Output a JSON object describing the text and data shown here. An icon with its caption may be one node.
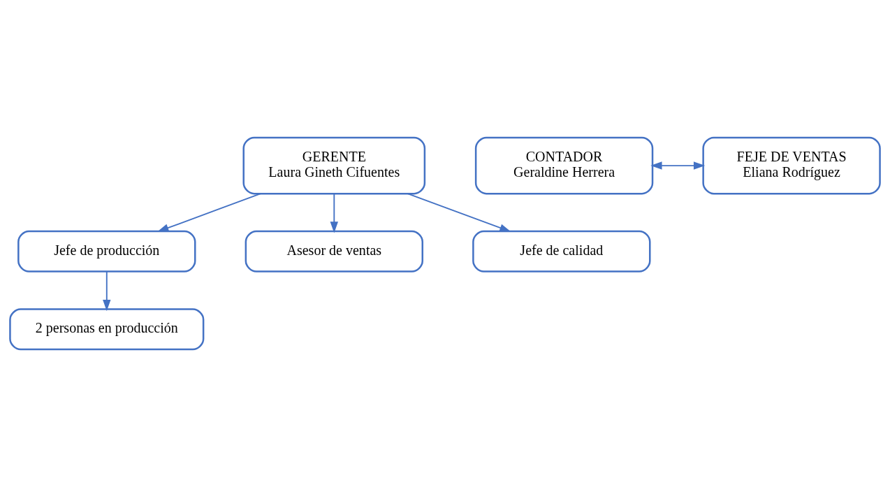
{
  "diagram": {
    "nodes": [
      {
        "text": [
          "GERENTE",
          "Laura Gineth Cifuentes"
        ]
      },
      {
        "text": [
          "CONTADOR",
          "Geraldine Herrera"
        ]
      },
      {
        "text": [
          "FEJE DE VENTAS",
          "Eliana Rodríguez"
        ]
      },
      {
        "text": [
          "Jefe de producción"
        ]
      },
      {
        "text": [
          "Asesor de ventas"
        ]
      },
      {
        "text": [
          "Jefe de calidad"
        ]
      },
      {
        "text": [
          "2 personas en producción"
        ]
      }
    ],
    "edges": [
      {
        "from": 0,
        "to": 4,
        "arrow": "to"
      },
      {
        "from": 1,
        "to": 2,
        "arrow": "both"
      },
      {
        "from": 0,
        "to": 3,
        "arrow": "to"
      },
      {
        "from": 0,
        "to": 5,
        "arrow": "to"
      },
      {
        "from": 3,
        "to": 6,
        "arrow": "to"
      }
    ]
  }
}
